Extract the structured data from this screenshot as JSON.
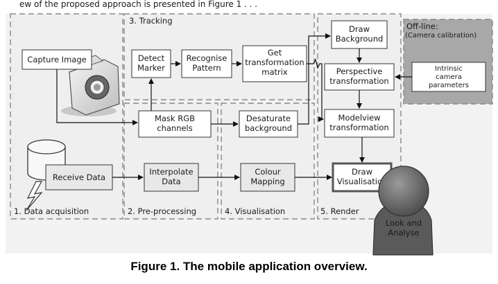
{
  "header_partial": "ew of the proposed approach is presented in Figure 1 . . .",
  "sections": {
    "tracking": "3. Tracking",
    "data_acquisition": "1. Data acquisition",
    "pre_processing": "2. Pre-processing",
    "visualisation": "4. Visualisation",
    "render": "5. Render",
    "offline_1": "Off-line:",
    "offline_2": "(Camera calibration)"
  },
  "boxes": {
    "capture_image": "Capture Image",
    "detect_marker_1": "Detect",
    "detect_marker_2": "Marker",
    "recognise_pattern_1": "Recognise",
    "recognise_pattern_2": "Pattern",
    "get_matrix_1": "Get",
    "get_matrix_2": "transformation",
    "get_matrix_3": "matrix",
    "mask_rgb_1": "Mask RGB",
    "mask_rgb_2": "channels",
    "desaturate_1": "Desaturate",
    "desaturate_2": "background",
    "receive_data": "Receive Data",
    "interpolate_1": "Interpolate",
    "interpolate_2": "Data",
    "colour_mapping_1": "Colour",
    "colour_mapping_2": "Mapping",
    "draw_background_1": "Draw",
    "draw_background_2": "Background",
    "perspective_1": "Perspective",
    "perspective_2": "transformation",
    "intrinsic_1": "Intrinsic",
    "intrinsic_2": "camera",
    "intrinsic_3": "parameters",
    "modelview_1": "Modelview",
    "modelview_2": "transformation",
    "draw_vis_1": "Draw",
    "draw_vis_2": "Visualisation",
    "look_1": "Look and",
    "look_2": "Analyse"
  },
  "caption": "Figure 1. The mobile application overview.",
  "icons": [
    "camera-icon",
    "database-icon",
    "lightning-icon",
    "person-icon"
  ]
}
